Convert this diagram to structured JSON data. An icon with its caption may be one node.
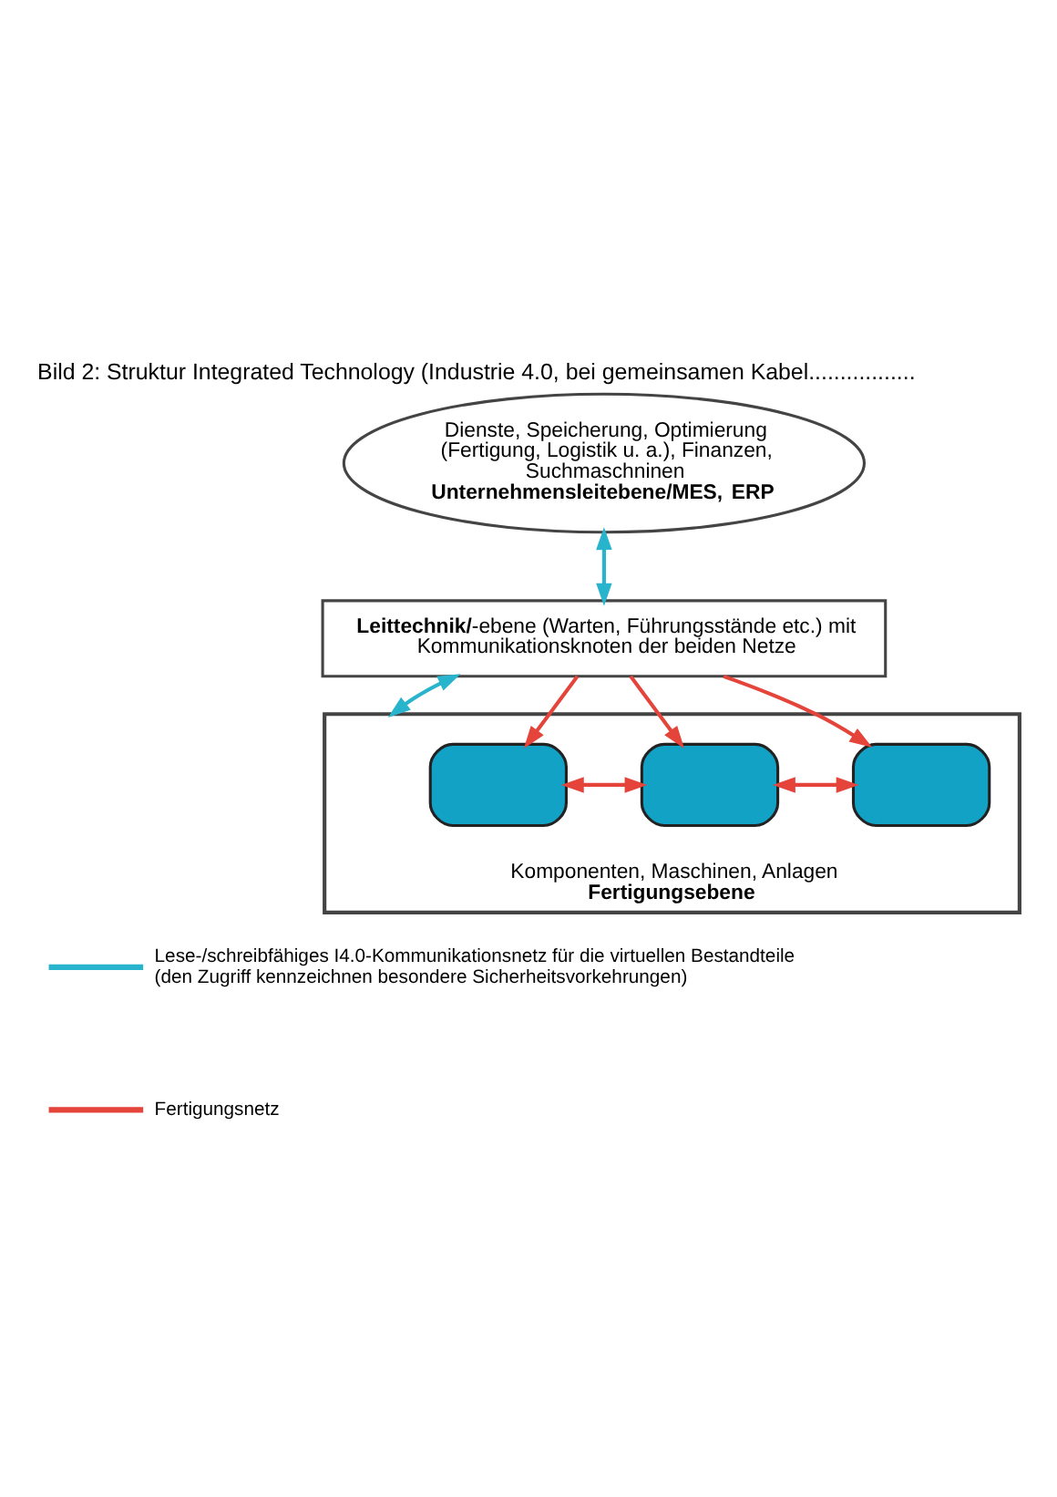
{
  "diagram": {
    "title": "Bild 2: Struktur Integrated Technology (Industrie 4.0, bei gemeinsamen Kabel.................",
    "nodes": [
      {
        "text": [
          "Dienste, Speicherung, Optimierung (Fertigung, Logistik u. a.), Finanzen, Suchmaschninen",
          "Unternehmensleitebene/MES, ERP"
        ]
      },
      {
        "text": [
          "**Leittechnik/**-ebene (Warten, Führungsstände etc.) mit Kommunikationsknoten der beiden Netze"
        ]
      },
      {
        "text": [
          "Komponenten, Maschinen, Anlagen",
          "Fertigungsebene"
        ]
      },
      {
        "text": [],
        "shape": "box",
        "in": 2
      },
      {
        "text": [],
        "shape": "box",
        "in": 2
      },
      {
        "text": [],
        "shape": "box",
        "in": 2
      }
    ],
    "edges": [
      {
        "from": 0,
        "to": 1,
        "arrow": "both",
        "color": "#27b4cc"
      },
      {
        "from": 1,
        "to": 2,
        "arrow": "both",
        "color": "#27b4cc"
      },
      {
        "from": 1,
        "to": 3,
        "arrow": "to"
      },
      {
        "from": 1,
        "to": 4,
        "arrow": "to"
      },
      {
        "from": 1,
        "to": 5,
        "arrow": "to"
      },
      {
        "from": 3,
        "to": 4,
        "arrow": "both"
      },
      {
        "from": 4,
        "to": 5,
        "arrow": "both"
      }
    ],
    "legend": [
      {
        "text": "Lese-/schreibfähiges I4.0-Kommunikationsnetz für die virtuellen Bestandteile (den Zugriff kennzeichnen besondere Sicherheitsvorkehrungen)"
      },
      {
        "text": "Fertigungsnetz"
      }
    ]
  }
}
